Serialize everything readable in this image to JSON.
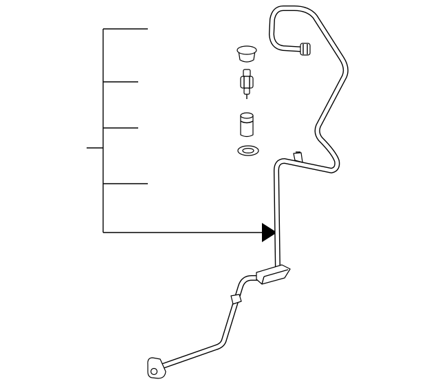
{
  "diagram": {
    "callouts": [],
    "parts": [
      {
        "id": "cap",
        "icon": "cap-icon"
      },
      {
        "id": "valve-core",
        "icon": "valve-core-icon"
      },
      {
        "id": "port-fitting",
        "icon": "port-fitting-icon"
      },
      {
        "id": "o-ring",
        "icon": "o-ring-icon"
      },
      {
        "id": "ac-hose-assembly",
        "icon": "ac-line-icon"
      }
    ],
    "colors": {
      "line": "#000000",
      "background": "#ffffff"
    }
  }
}
